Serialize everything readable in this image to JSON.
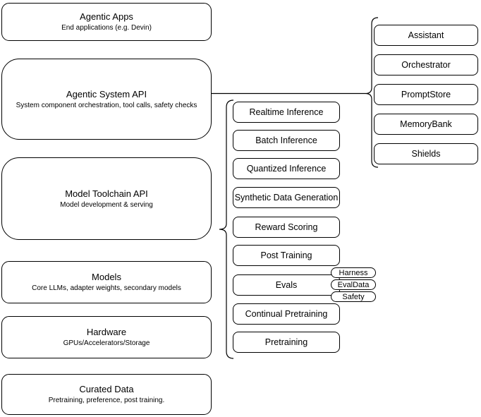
{
  "diagram": {
    "title": "Agentic stack diagram",
    "colors": {
      "background": "#ffffff",
      "stroke": "#000000",
      "text": "#000000"
    }
  },
  "left_stack": [
    {
      "title": "Agentic Apps",
      "subtitle": "End applications (e.g. Devin)"
    },
    {
      "title": "Agentic System API",
      "subtitle": "System component orchestration, tool calls, safety checks"
    },
    {
      "title": "Model Toolchain API",
      "subtitle": "Model development & serving"
    },
    {
      "title": "Models",
      "subtitle": "Core LLMs, adapter weights, secondary models"
    },
    {
      "title": "Hardware",
      "subtitle": "GPUs/Accelerators/Storage"
    },
    {
      "title": "Curated Data",
      "subtitle": "Pretraining, preference, post training."
    }
  ],
  "toolchain_components": [
    "Realtime Inference",
    "Batch Inference",
    "Quantized Inference",
    "Synthetic Data Generation",
    "Reward Scoring",
    "Post Training",
    "Evals",
    "Continual Pretraining",
    "Pretraining"
  ],
  "evals_tags": [
    "Harness",
    "EvalData",
    "Safety"
  ],
  "system_components": [
    "Assistant",
    "Orchestrator",
    "PromptStore",
    "MemoryBank",
    "Shields"
  ]
}
